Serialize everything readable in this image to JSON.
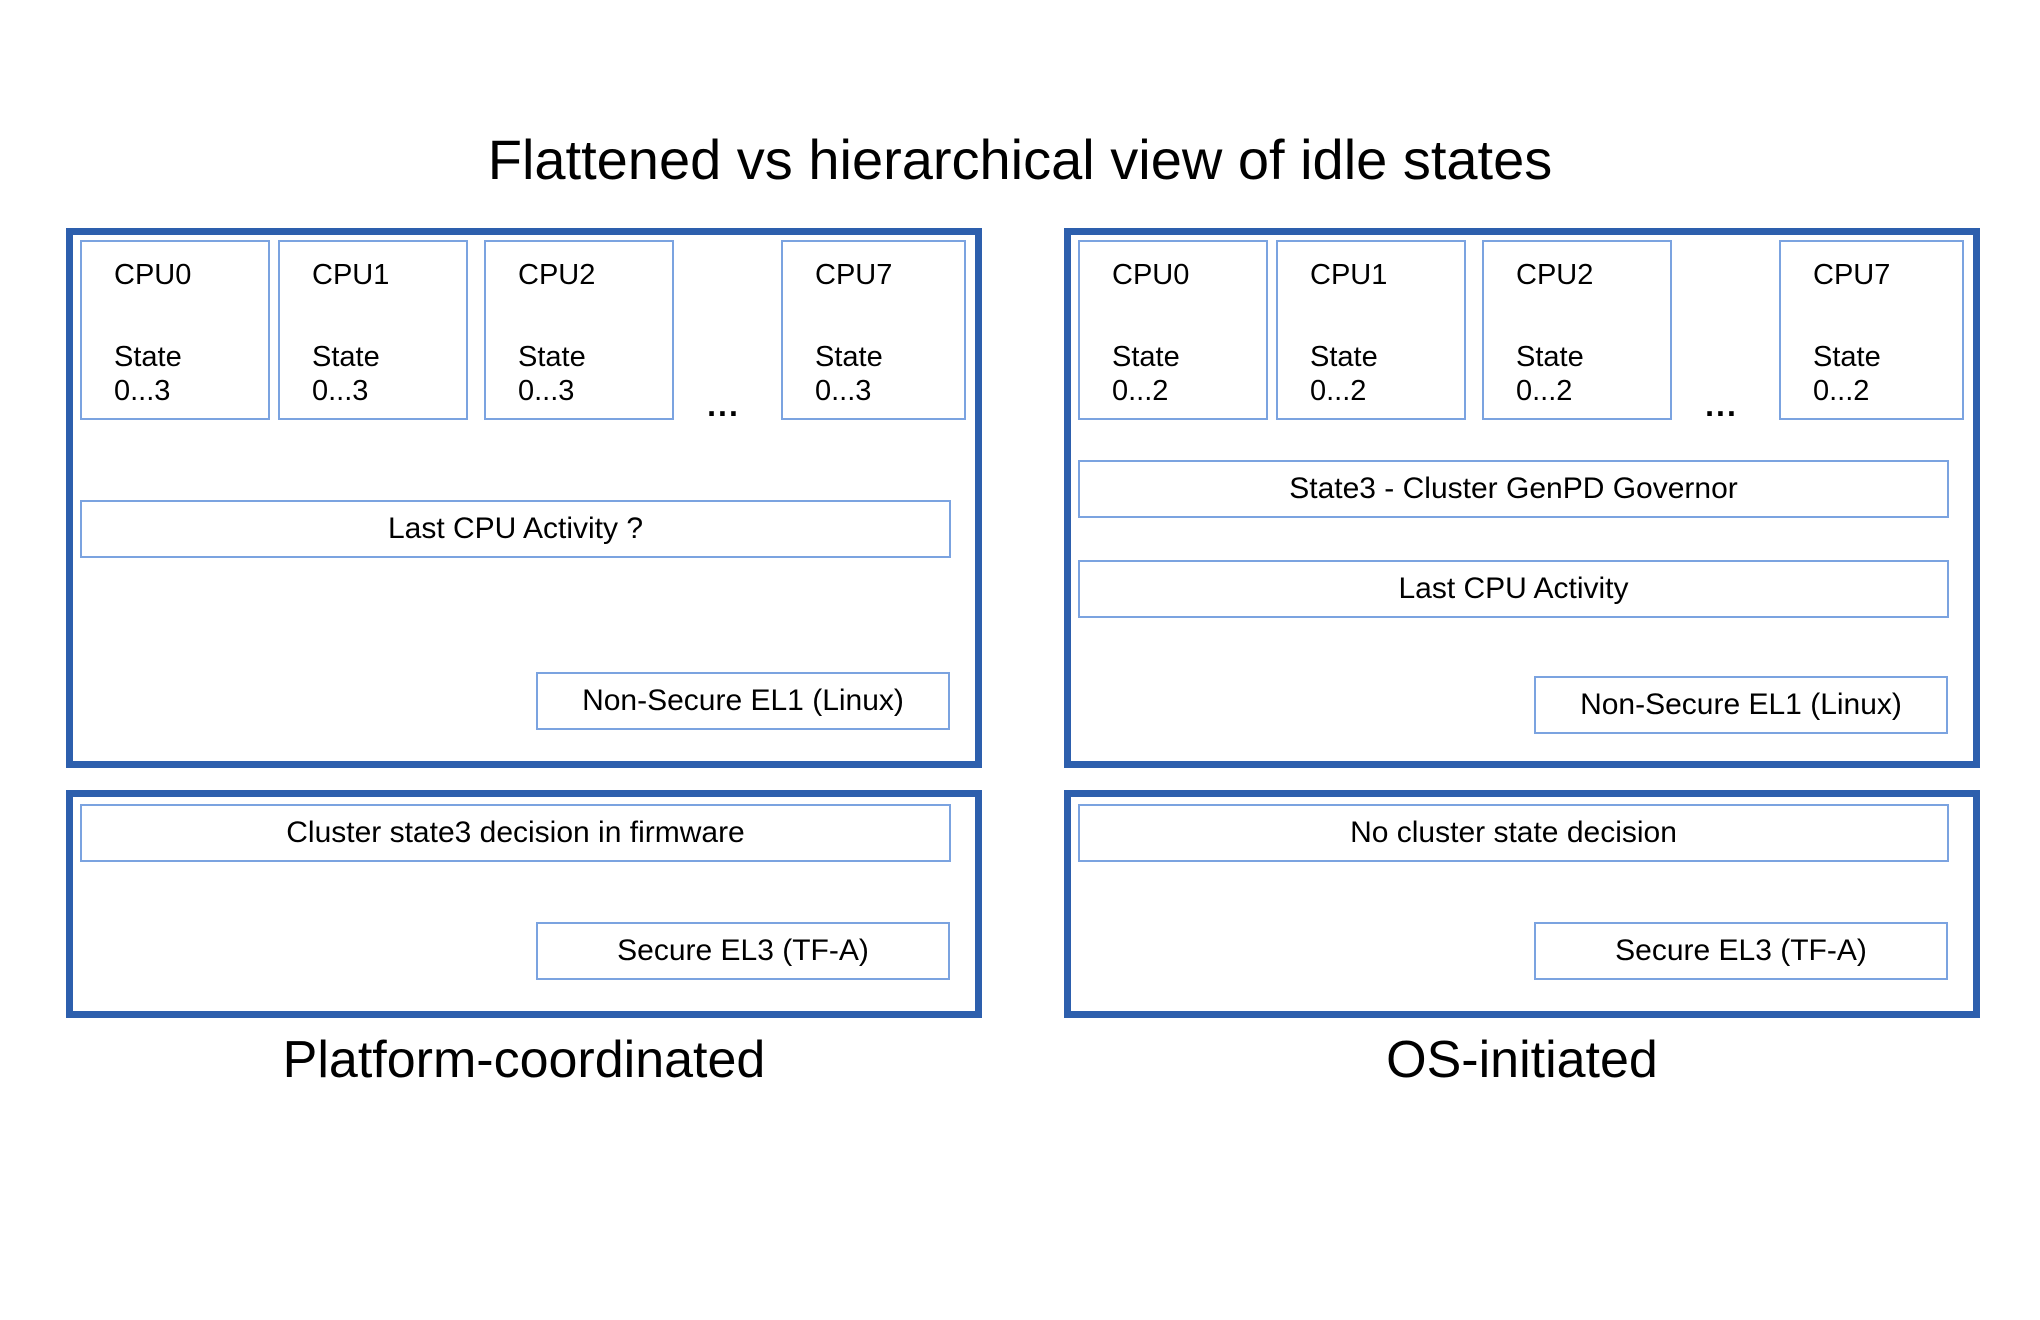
{
  "title": "Flattened vs hierarchical view of idle states",
  "colors": {
    "panel_border": "#2d5fad",
    "box_border": "#7ba3e0",
    "text": "#000000",
    "background": "#ffffff"
  },
  "left": {
    "caption": "Platform-coordinated",
    "ellipsis": "...",
    "cpus": [
      {
        "name": "CPU0",
        "state_label": "State",
        "state_range": "0...3"
      },
      {
        "name": "CPU1",
        "state_label": "State",
        "state_range": "0...3"
      },
      {
        "name": "CPU2",
        "state_label": "State",
        "state_range": "0...3"
      },
      {
        "name": "CPU7",
        "state_label": "State",
        "state_range": "0...3"
      }
    ],
    "last_cpu_activity": "Last CPU Activity ?",
    "el1": "Non-Secure EL1 (Linux)",
    "cluster_decision": "Cluster state3 decision in firmware",
    "el3": "Secure EL3 (TF-A)"
  },
  "right": {
    "caption": "OS-initiated",
    "ellipsis": "...",
    "cpus": [
      {
        "name": "CPU0",
        "state_label": "State",
        "state_range": "0...2"
      },
      {
        "name": "CPU1",
        "state_label": "State",
        "state_range": "0...2"
      },
      {
        "name": "CPU2",
        "state_label": "State",
        "state_range": "0...2"
      },
      {
        "name": "CPU7",
        "state_label": "State",
        "state_range": "0...2"
      }
    ],
    "genpd_governor": "State3 - Cluster GenPD Governor",
    "last_cpu_activity": "Last CPU Activity",
    "el1": "Non-Secure EL1 (Linux)",
    "cluster_decision": "No cluster state decision",
    "el3": "Secure EL3 (TF-A)"
  }
}
